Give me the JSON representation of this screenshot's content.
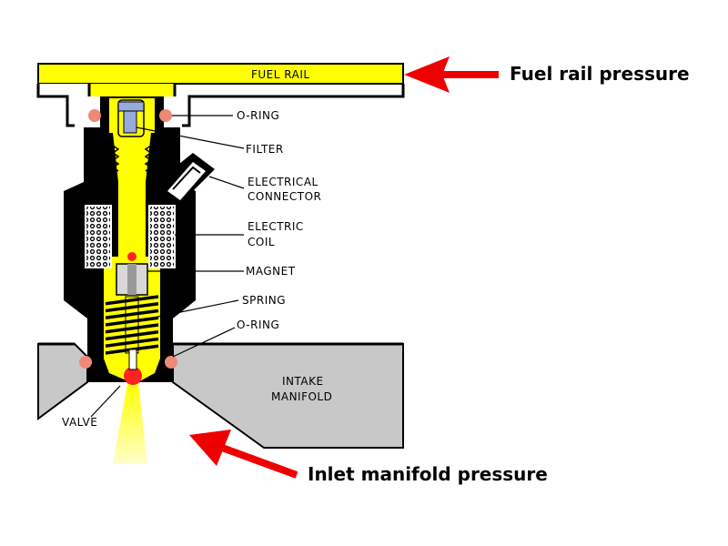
{
  "labels": {
    "fuel_rail": "FUEL RAIL",
    "o_ring_top": "O-RING",
    "filter": "FILTER",
    "electrical_connector_1": "ELECTRICAL",
    "electrical_connector_2": "CONNECTOR",
    "electric_coil_1": "ELECTRIC",
    "electric_coil_2": "COIL",
    "magnet": "MAGNET",
    "spring": "SPRING",
    "o_ring_bottom": "O-RING",
    "intake_manifold_1": "INTAKE",
    "intake_manifold_2": "MANIFOLD",
    "valve": "VALVE"
  },
  "callouts": {
    "fuel_rail_pressure": "Fuel rail pressure",
    "inlet_manifold_pressure": "Inlet manifold pressure"
  },
  "colors": {
    "fuel": "#ffff00",
    "body": "#000000",
    "manifold": "#c8c8c8",
    "o_ring": "#ee8877",
    "arrow": "#ee0000",
    "valve_ball": "#ff2222"
  }
}
